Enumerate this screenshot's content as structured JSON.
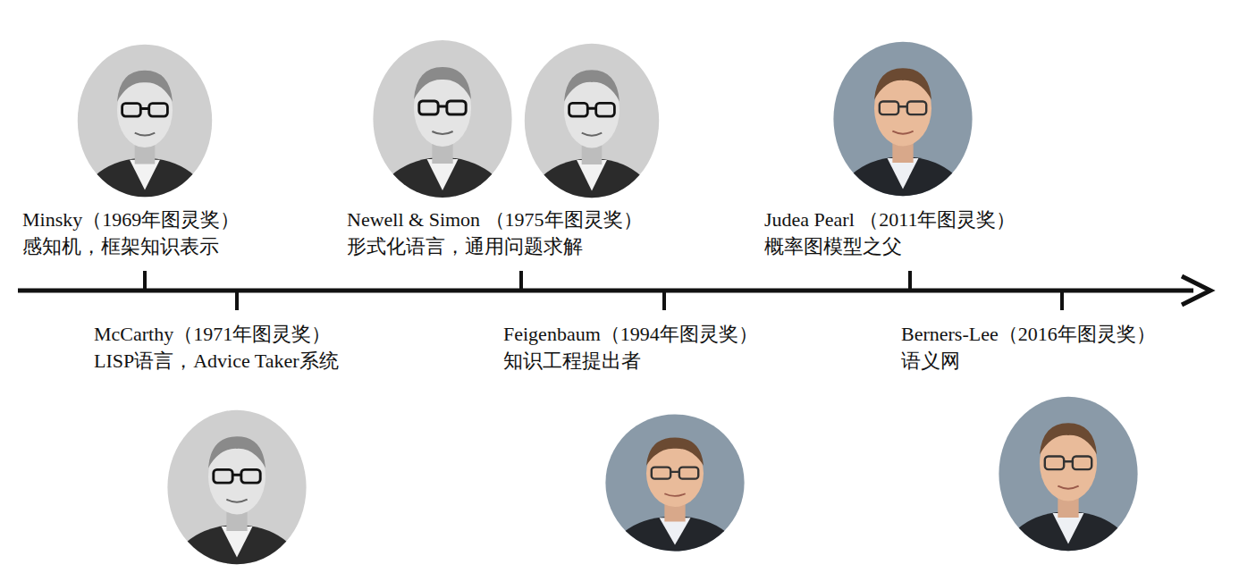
{
  "diagram": {
    "labels": [
      "Minsky（1969年图灵奖）",
      "感知机，框架知识表示",
      "Newell & Simon （1975年图灵奖）",
      "形式化语言，通用问题求解",
      "Judea Pearl （2011年图灵奖）",
      "概率图模型之父",
      "McCarthy（1971年图灵奖）",
      "LISP语言，Advice Taker系统",
      "Feigenbaum（1994年图灵奖）",
      "知识工程提出者",
      "Berners-Lee（2016年图灵奖）",
      "语义网"
    ]
  }
}
